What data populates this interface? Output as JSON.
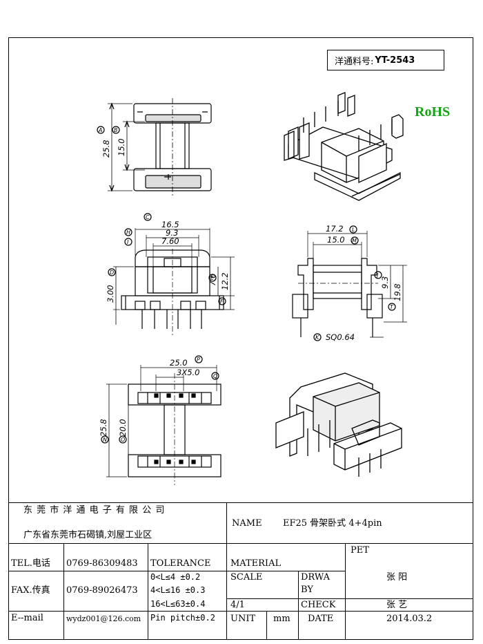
{
  "header": {
    "part_label": "洋通料号:",
    "part_number": "YT-2543",
    "rohs": "RoHS"
  },
  "dimensions": {
    "top_view": {
      "a": "25.8",
      "b": "15.0"
    },
    "front_view": {
      "c": "16.5",
      "h": "9.3",
      "i": "7.60",
      "d": "3.00",
      "e": "7.6",
      "f": "12.2"
    },
    "side_view": {
      "l": "17.2",
      "m": "15.0",
      "j": "9.3",
      "t": "19.8",
      "k": "SQ0.64"
    },
    "bottom_view": {
      "p": "25.0",
      "q": "3X5.0",
      "n": "25.8",
      "o": "20.0"
    }
  },
  "circle_labels": [
    "A",
    "B",
    "C",
    "H",
    "I",
    "D",
    "E",
    "F",
    "L",
    "M",
    "J",
    "T",
    "K",
    "P",
    "Q",
    "N",
    "O"
  ],
  "title_block": {
    "company": "东 莞 市 洋 通 电 子 有 限 公 司",
    "address": "广东省东莞市石碣镇,刘屋工业区",
    "name_label": "NAME",
    "name_value": "EF25 骨架卧式 4+4pin",
    "tel_label": "TEL.电话",
    "tel_value": "0769-86309483",
    "fax_label": "FAX.传真",
    "fax_value": "0769-89026473",
    "email_label": "E--mail",
    "email_value": "wydz001@126.com",
    "tolerance_label": "TOLERANCE",
    "tolerance_lines": [
      "0<L≤4  ±0.2",
      "4<L≤16 ±0.3",
      "16<L≤63±0.4",
      "Pin pitch±0.2"
    ],
    "material_label": "MATERIAL",
    "material_value": "PET",
    "scale_label": "SCALE",
    "scale_value": "4/1",
    "drawn_label_1": "DRWA",
    "drawn_label_2": "BY",
    "drawn_value": "张 阳",
    "check_label": "CHECK",
    "check_value": "张 艺",
    "unit_label": "UNIT",
    "unit_value": "mm",
    "date_label": "DATE",
    "date_value": "2014.03.2"
  }
}
